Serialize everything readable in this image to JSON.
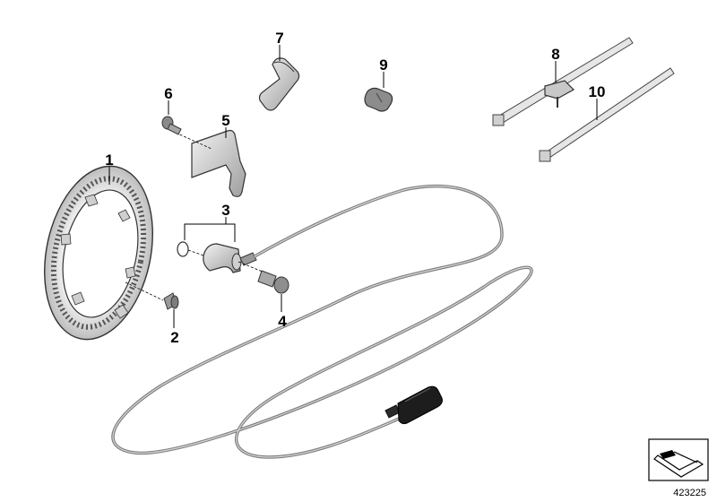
{
  "callouts": {
    "c1": "1",
    "c2": "2",
    "c3": "3",
    "c4": "4",
    "c5": "5",
    "c6": "6",
    "c7": "7",
    "c8": "8",
    "c9": "9",
    "c10": "10"
  },
  "diagram_number": "423225",
  "colors": {
    "part_fill": "#d9d9d9",
    "part_stroke": "#2a2a2a",
    "cable": "#8a8a8a",
    "plug": "#1a1a1a",
    "leader": "#000000"
  }
}
